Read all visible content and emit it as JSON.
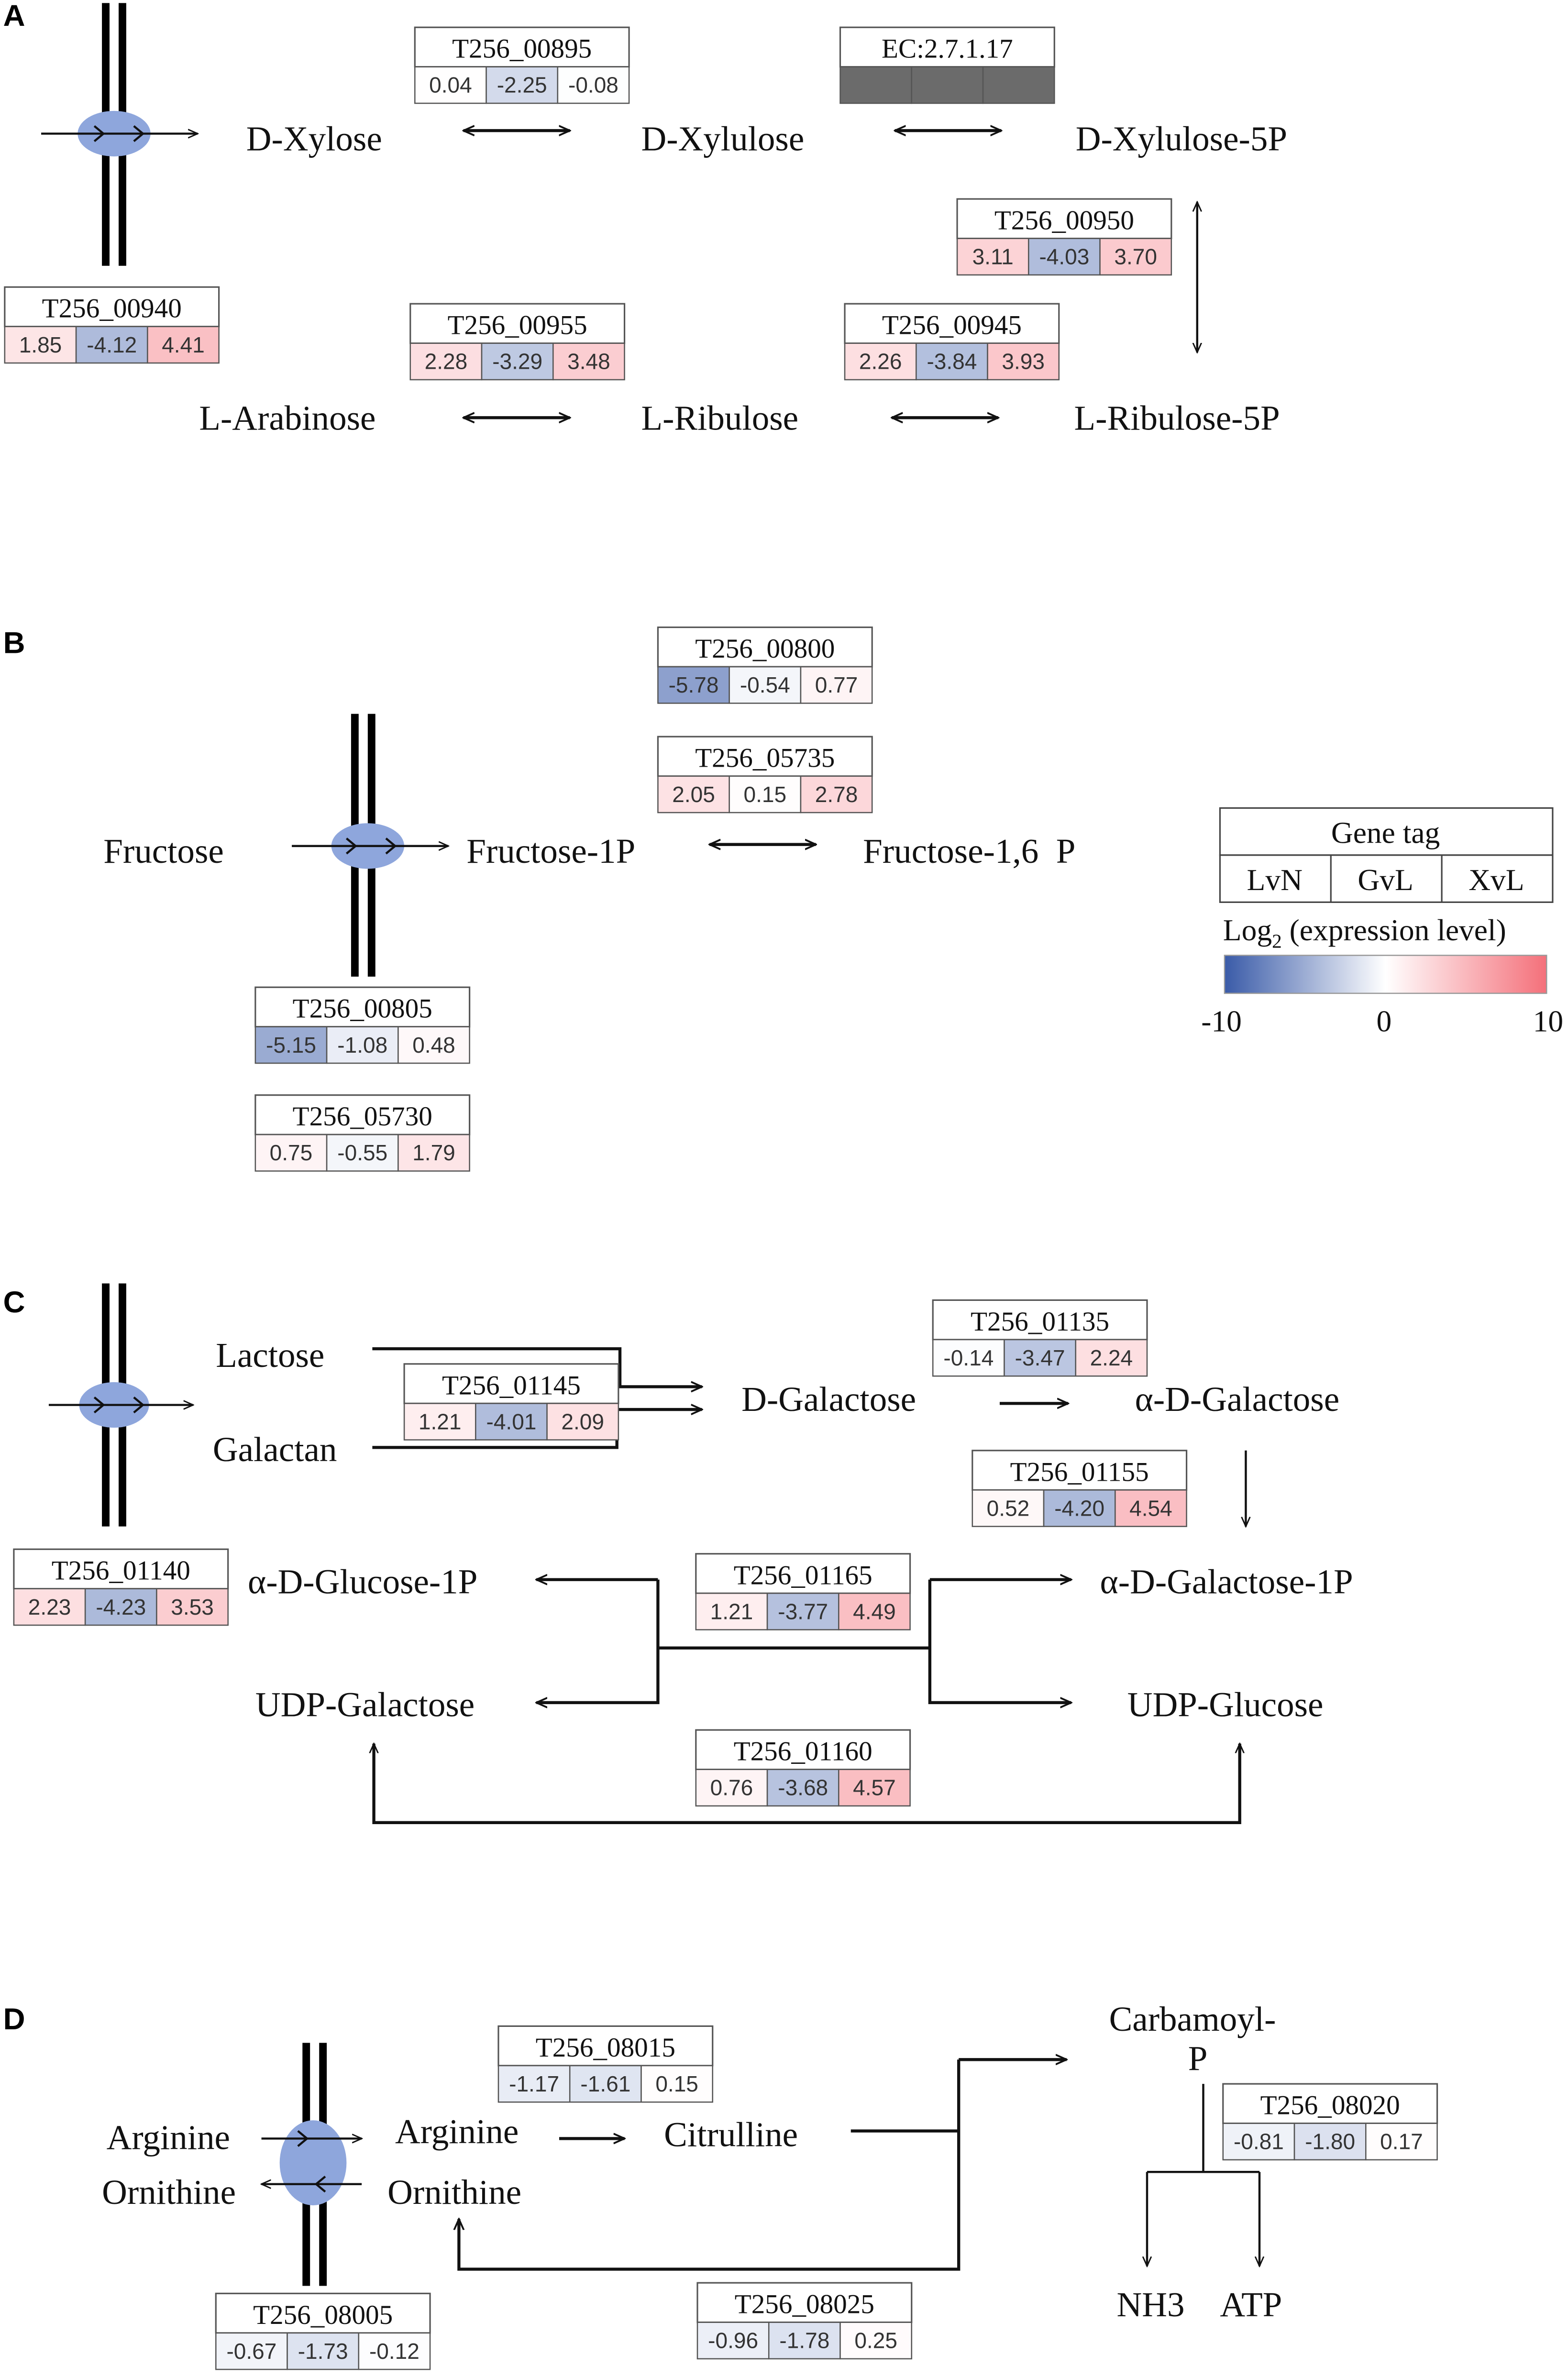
{
  "colors": {
    "low": "#3a5ba8",
    "mid": "#ffffff",
    "high": "#f4707a",
    "unknown": "#6b6b6b",
    "transporter": "#8ea6dc"
  },
  "panels": {
    "A": {
      "label": "A",
      "metabolites": {
        "d_xylose": "D-Xylose",
        "d_xylulose": "D-Xylulose",
        "d_xylulose_5p": "D-Xylulose-5P",
        "l_arabinose": "L-Arabinose",
        "l_ribulose": "L-Ribulose",
        "l_ribulose_5p": "L-Ribulose-5P"
      },
      "genes": [
        {
          "id": "T256_00895",
          "values": [
            0.04,
            -2.25,
            -0.08
          ]
        },
        {
          "id": "EC:2.7.1.17",
          "values": [
            null,
            null,
            null
          ]
        },
        {
          "id": "T256_00950",
          "values": [
            3.11,
            -4.03,
            3.7
          ]
        },
        {
          "id": "T256_00940",
          "values": [
            1.85,
            -4.12,
            4.41
          ]
        },
        {
          "id": "T256_00955",
          "values": [
            2.28,
            -3.29,
            3.48
          ]
        },
        {
          "id": "T256_00945",
          "values": [
            2.26,
            -3.84,
            3.93
          ]
        }
      ]
    },
    "B": {
      "label": "B",
      "metabolites": {
        "fructose": "Fructose",
        "fructose_1p": "Fructose-1P",
        "fructose_16p": "Fructose-1,6  P"
      },
      "genes": [
        {
          "id": "T256_00800",
          "values": [
            -5.78,
            -0.54,
            0.77
          ]
        },
        {
          "id": "T256_05735",
          "values": [
            2.05,
            0.15,
            2.78
          ]
        },
        {
          "id": "T256_00805",
          "values": [
            -5.15,
            -1.08,
            0.48
          ]
        },
        {
          "id": "T256_05730",
          "values": [
            0.75,
            -0.55,
            1.79
          ]
        }
      ]
    },
    "C": {
      "label": "C",
      "metabolites": {
        "lactose": "Lactose",
        "galactan": "Galactan",
        "d_galactose": "D-Galactose",
        "a_d_galactose": "α-D-Galactose",
        "a_d_glucose_1p": "α-D-Glucose-1P",
        "a_d_galactose_1p": "α-D-Galactose-1P",
        "udp_galactose": "UDP-Galactose",
        "udp_glucose": "UDP-Glucose"
      },
      "genes": [
        {
          "id": "T256_01145",
          "values": [
            1.21,
            -4.01,
            2.09
          ]
        },
        {
          "id": "T256_01135",
          "values": [
            -0.14,
            -3.47,
            2.24
          ]
        },
        {
          "id": "T256_01155",
          "values": [
            0.52,
            -4.2,
            4.54
          ]
        },
        {
          "id": "T256_01140",
          "values": [
            2.23,
            -4.23,
            3.53
          ]
        },
        {
          "id": "T256_01165",
          "values": [
            1.21,
            -3.77,
            4.49
          ]
        },
        {
          "id": "T256_01160",
          "values": [
            0.76,
            -3.68,
            4.57
          ]
        }
      ]
    },
    "D": {
      "label": "D",
      "metabolites": {
        "arginine_out": "Arginine",
        "ornithine_out": "Ornithine",
        "arginine_in": "Arginine",
        "ornithine_in": "Ornithine",
        "citrulline": "Citrulline",
        "carbamoyl_1": "Carbamoyl-",
        "carbamoyl_2": "P",
        "nh3": "NH3",
        "atp": "ATP"
      },
      "genes": [
        {
          "id": "T256_08015",
          "values": [
            -1.17,
            -1.61,
            0.15
          ]
        },
        {
          "id": "T256_08020",
          "values": [
            -0.81,
            -1.8,
            0.17
          ]
        },
        {
          "id": "T256_08025",
          "values": [
            -0.96,
            -1.78,
            0.25
          ]
        },
        {
          "id": "T256_08005",
          "values": [
            -0.67,
            -1.73,
            -0.12
          ]
        }
      ]
    }
  },
  "legend": {
    "title": "Gene tag",
    "columns": [
      "LvN",
      "GvL",
      "XvL"
    ],
    "scale_label": "Log",
    "scale_sub": "2",
    "scale_suffix": " (expression level)",
    "ticks": [
      "-10",
      "0",
      "10"
    ],
    "range": [
      -10,
      10
    ]
  }
}
